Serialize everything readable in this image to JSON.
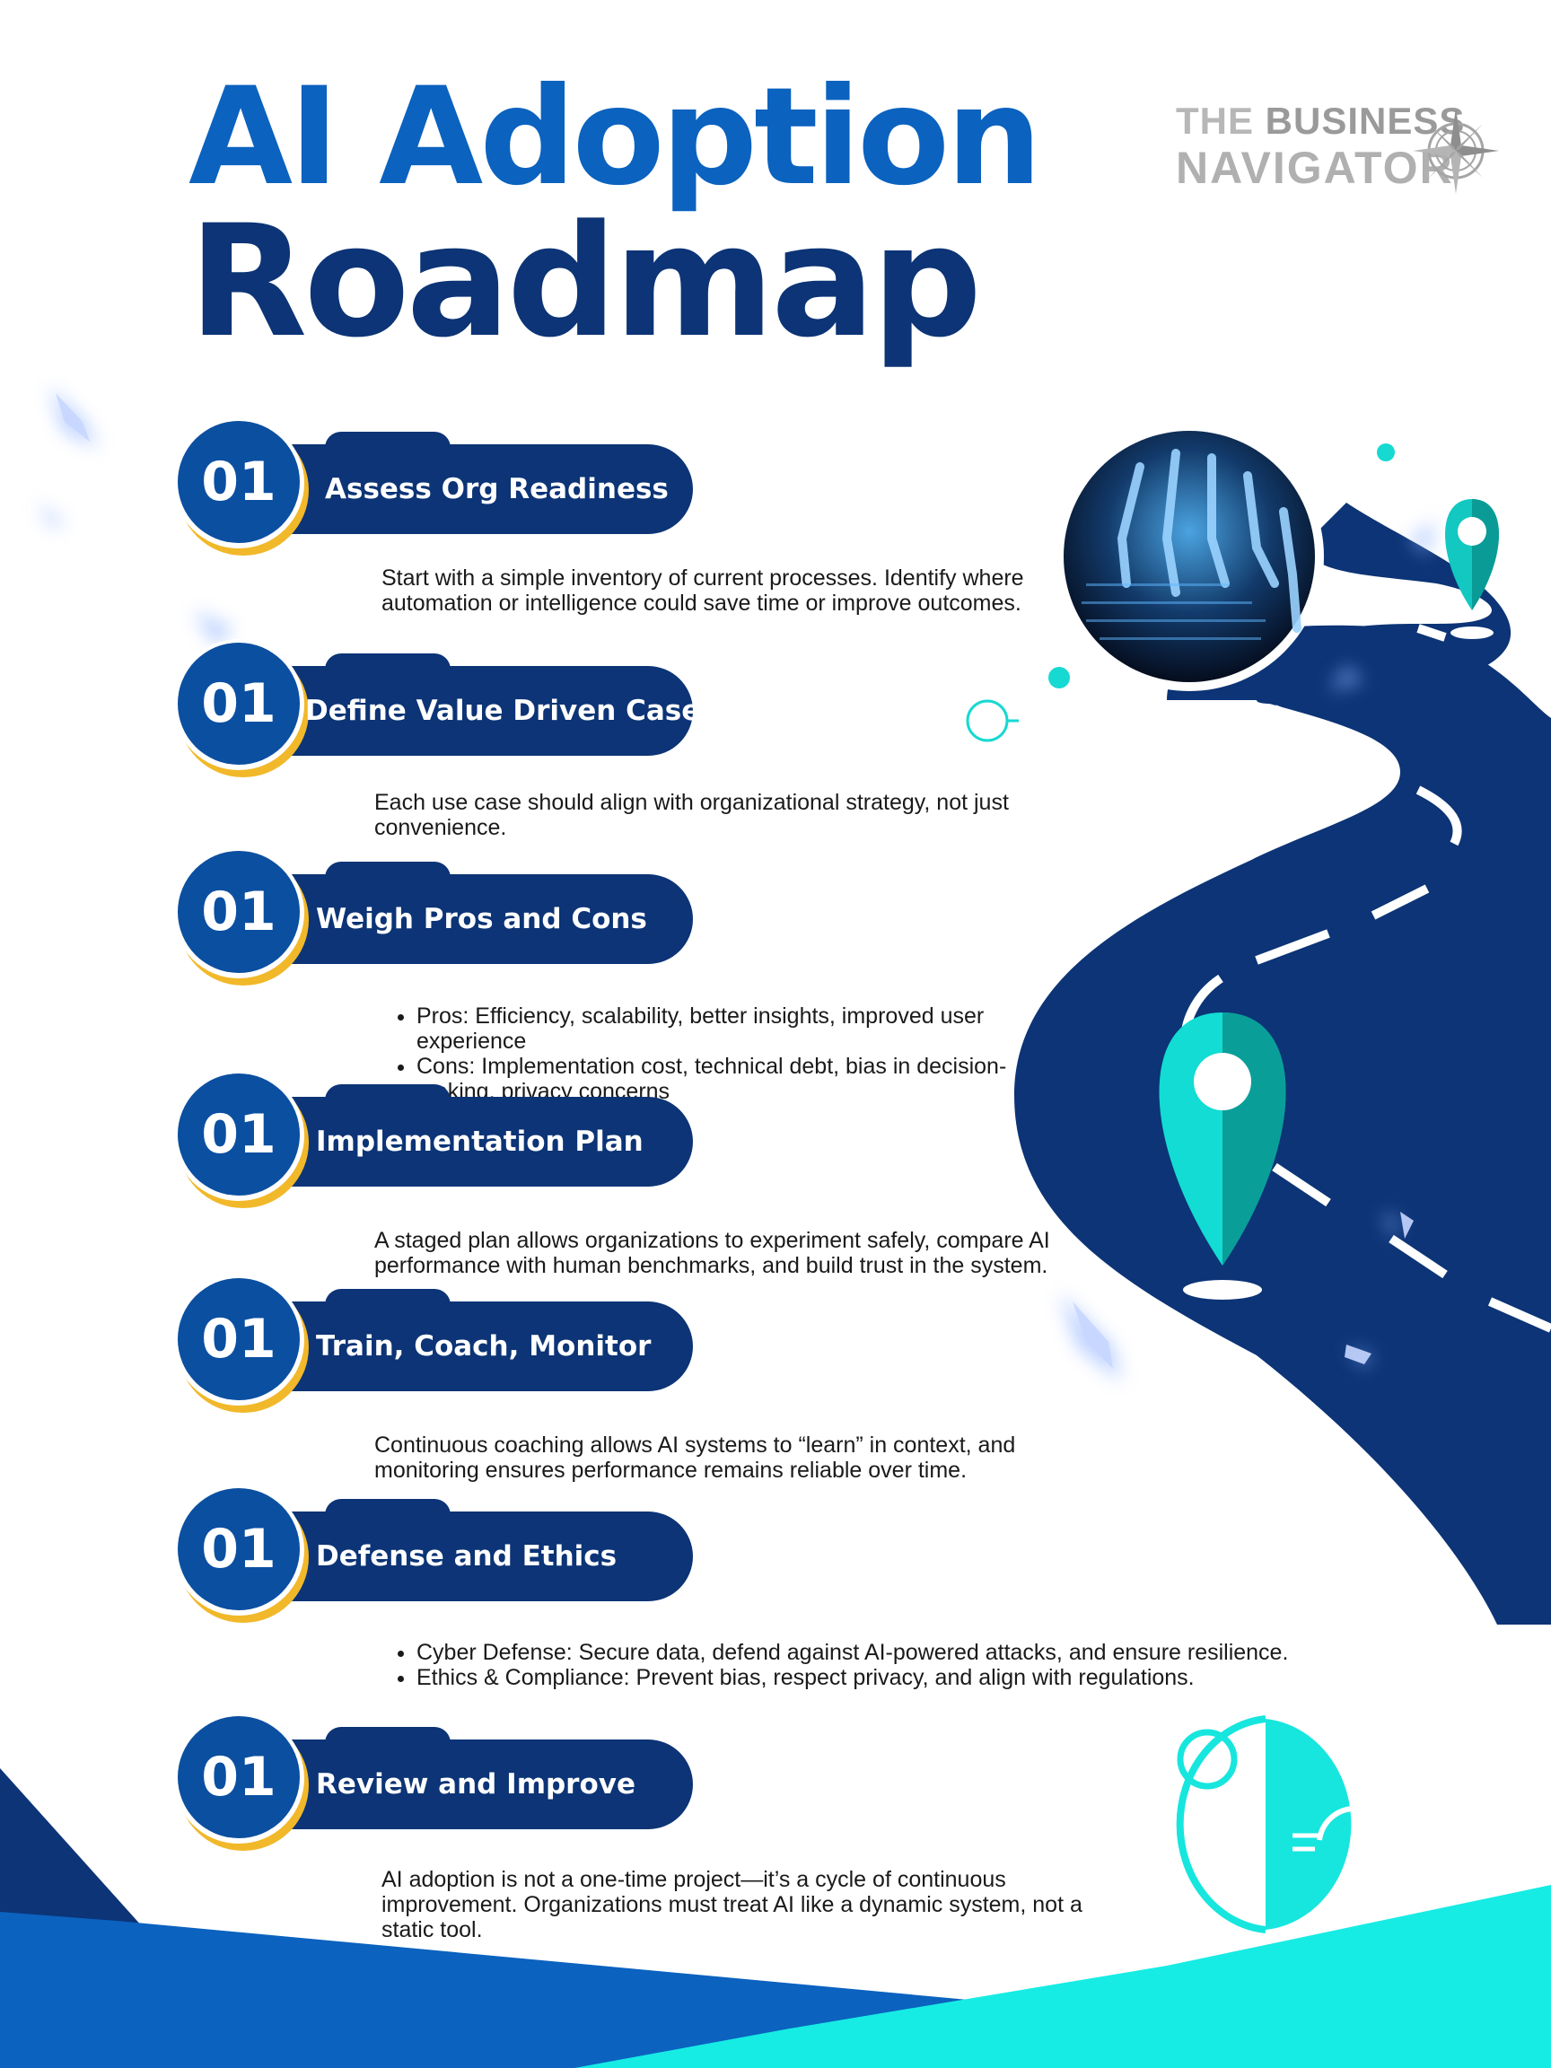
{
  "title": {
    "line1": "AI Adoption",
    "line2": "Roadmap"
  },
  "brand": {
    "line1_light": "THE",
    "line1_bold": "BUSINESS",
    "line2": "NAVIGATOR",
    "icon": "compass-icon"
  },
  "colors": {
    "navy": "#0c3476",
    "blue": "#0b62bf",
    "teal": "#16d9d2",
    "gold": "#f1b82a"
  },
  "steps": [
    {
      "number": "01",
      "label": "Assess Org Readiness",
      "text": "Start with a simple inventory of current processes. Identify where automation or intelligence could save time or improve outcomes."
    },
    {
      "number": "01",
      "label": "Define Value Driven Case",
      "text": "Each use case should align with organizational strategy, not just convenience."
    },
    {
      "number": "01",
      "label": "Weigh Pros and Cons",
      "bullets": [
        "Pros: Efficiency, scalability, better insights, improved user experience",
        "Cons: Implementation cost, technical debt, bias in decision-making, privacy concerns"
      ]
    },
    {
      "number": "01",
      "label": "Implementation Plan",
      "text": "A staged plan allows organizations to experiment safely, compare AI performance with human benchmarks, and build trust in the system."
    },
    {
      "number": "01",
      "label": "Train, Coach, Monitor",
      "text": "Continuous coaching allows AI systems to “learn” in context, and monitoring ensures performance remains reliable over time."
    },
    {
      "number": "01",
      "label": "Defense and Ethics",
      "bullets": [
        "Cyber Defense: Secure data, defend against AI-powered attacks, and ensure resilience.",
        "Ethics & Compliance: Prevent bias, respect privacy, and align with regulations."
      ]
    },
    {
      "number": "01",
      "label": "Review and Improve",
      "text": "AI adoption is not a one-time project—it’s a cycle of continuous improvement. Organizations must treat AI like a dynamic system, not a static tool."
    }
  ]
}
